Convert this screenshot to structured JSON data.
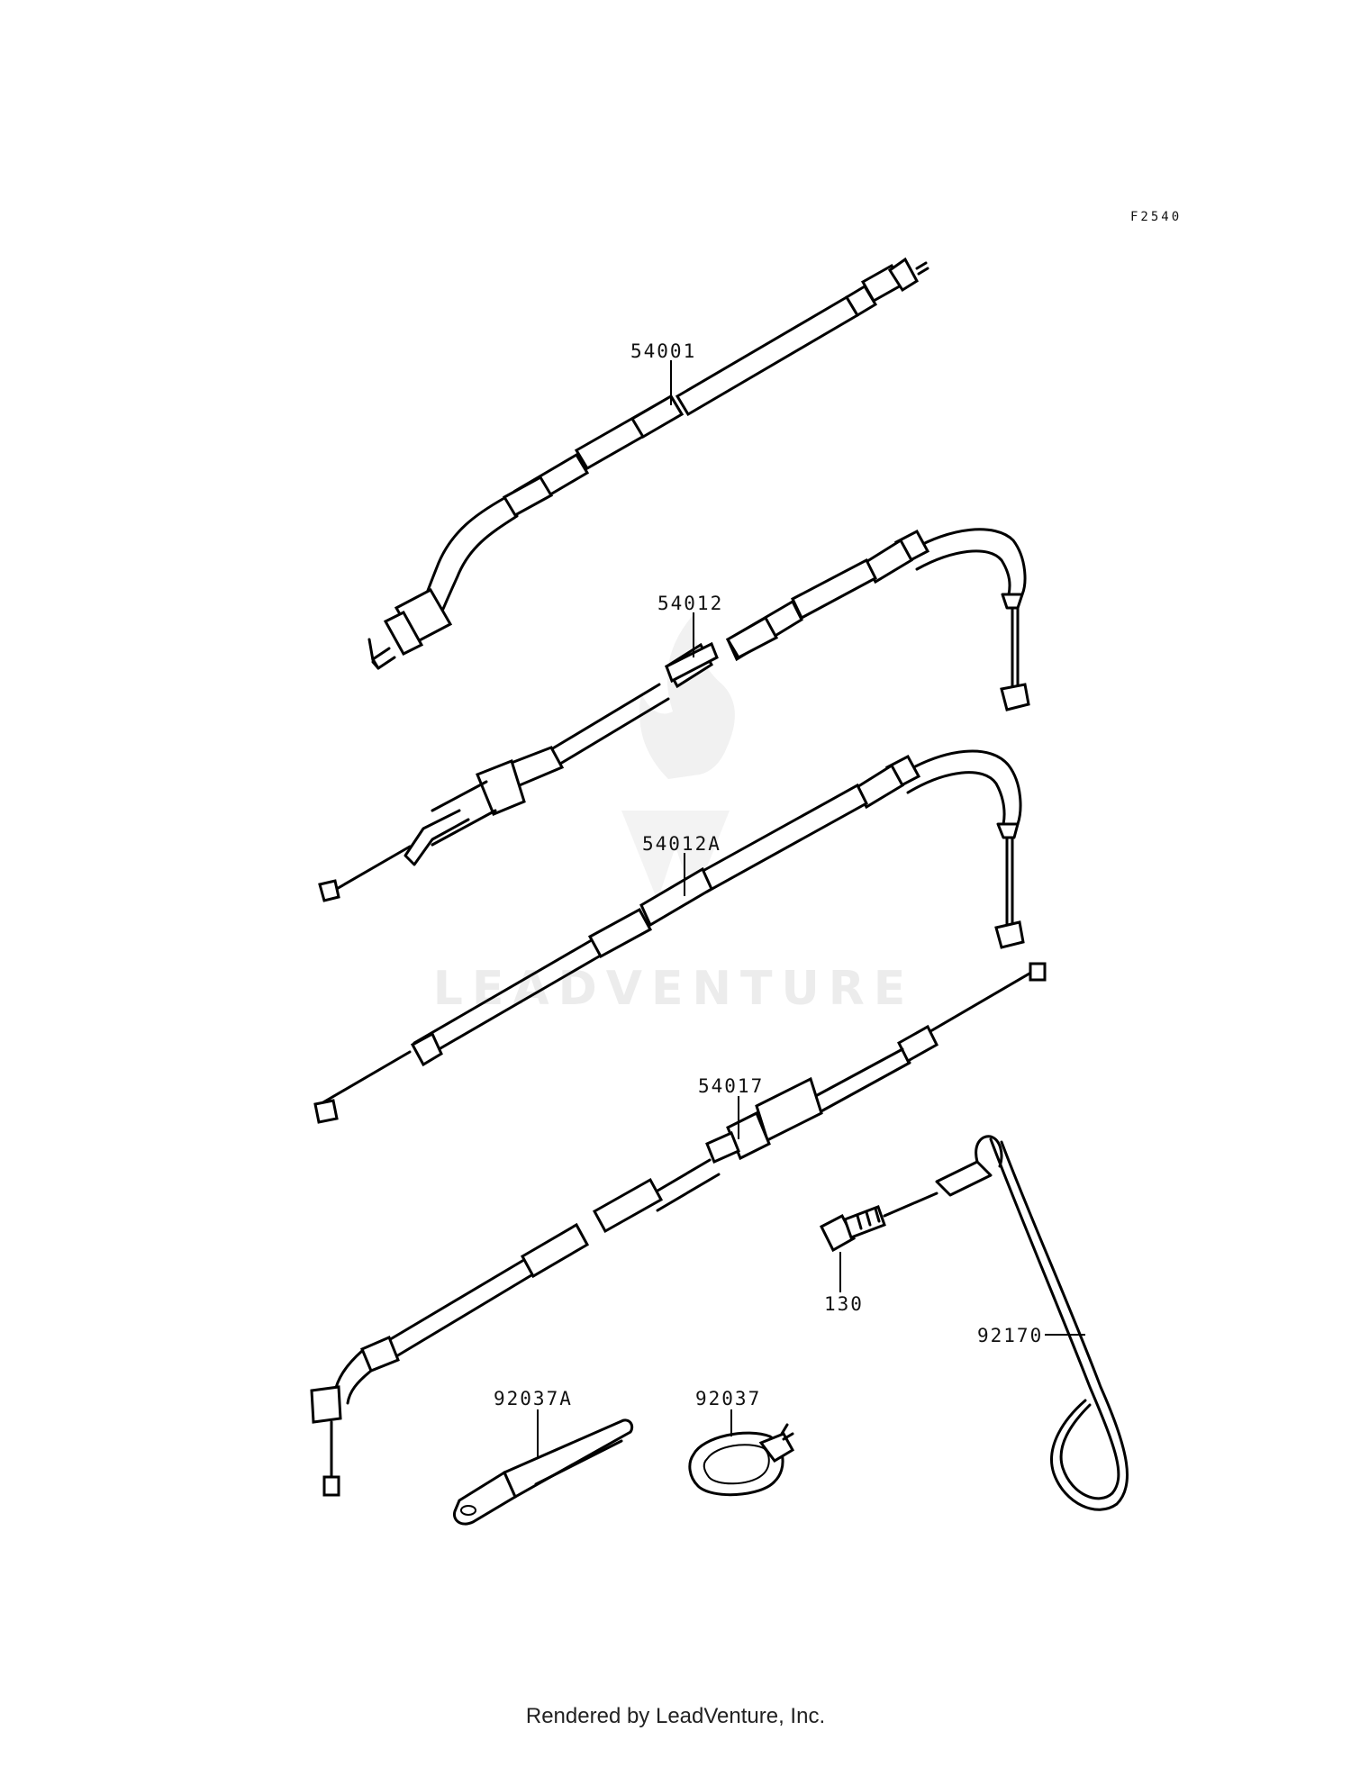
{
  "diagram": {
    "figure_code": "F2540",
    "watermark": "LEADVENTURE",
    "parts": [
      {
        "number": "54001"
      },
      {
        "number": "54012"
      },
      {
        "number": "54012A"
      },
      {
        "number": "54017"
      },
      {
        "number": "130"
      },
      {
        "number": "92170"
      },
      {
        "number": "92037A"
      },
      {
        "number": "92037"
      }
    ]
  },
  "footer": {
    "text": "Rendered by LeadVenture, Inc."
  }
}
